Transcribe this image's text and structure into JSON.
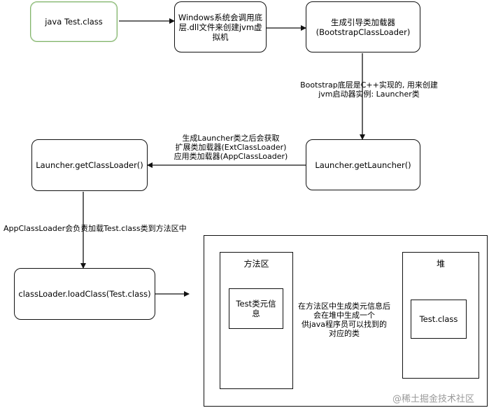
{
  "nodes": {
    "start": "java Test.class",
    "windows_dll": "Windows系统会调用底层.dll文件来创建jvm虚拟机",
    "bootstrap": "生成引导类加载器\n(BootstrapClassLoader)",
    "get_launcher": "Launcher.getLauncher()",
    "get_class_loader": "Launcher.getClassLoader()",
    "load_class": "classLoader.loadClass(Test.class)",
    "method_area_title": "方法区",
    "class_meta": "Test类元信息",
    "heap_title": "堆",
    "test_class": "Test.class"
  },
  "edge_labels": {
    "bootstrap_note": "Bootstrap底层是C++实现的, 用来创建\njvm启动器实例: Launcher类",
    "launcher_note": "生成Launcher类之后会获取\n扩展类加载器(ExtClassLoader)\n应用类加载器(AppClassLoader)",
    "app_loader_note": "AppClassLoader会负责加载Test.class类到方法区中",
    "meta_to_heap_note": "在方法区中生成类元信息后\n会在堆中生成一个\n供java程序员可以找到的\n对应的类"
  },
  "watermark": "@稀土掘金技术社区",
  "colors": {
    "start_border": "#82b366",
    "stroke": "#111111"
  }
}
